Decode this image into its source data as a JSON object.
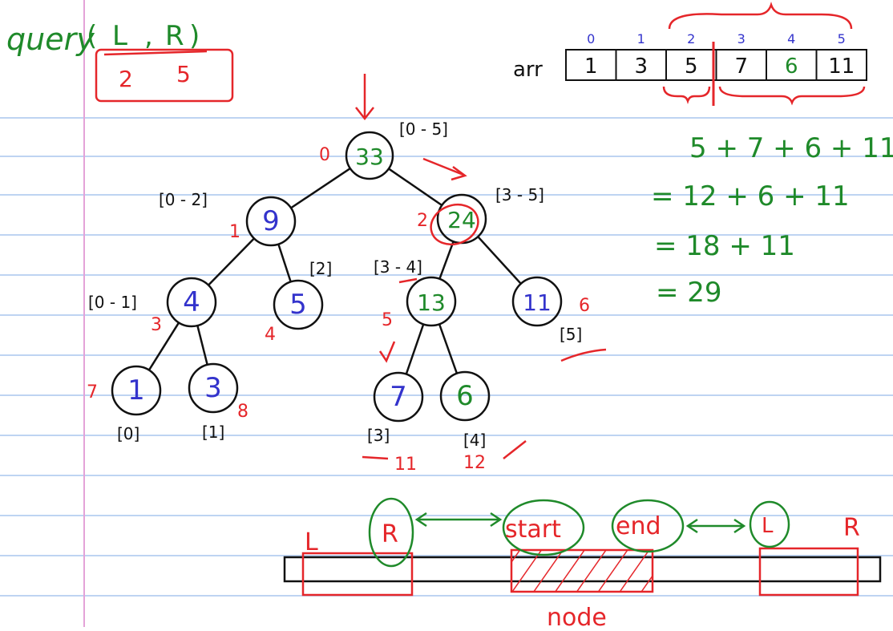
{
  "colors": {
    "paper": "#ffffff",
    "rule_line": "#a9c6ee",
    "margin_line": "#e4a3d8",
    "ink_black": "#111111",
    "ink_red": "#e5262a",
    "ink_green": "#1f8a2a",
    "ink_blue": "#3333cc"
  },
  "query": {
    "title": "query",
    "open_paren": "(",
    "L": "L",
    "comma": ",",
    "R": "R",
    "close_paren": ")",
    "values": [
      "2",
      "5"
    ]
  },
  "array": {
    "label": "arr",
    "indices": [
      "0",
      "1",
      "2",
      "3",
      "4",
      "5"
    ],
    "values": [
      "1",
      "3",
      "5",
      "7",
      "6",
      "11"
    ]
  },
  "tree": {
    "nodes": [
      {
        "value": "33",
        "range": "[0 - 5]",
        "index": "0"
      },
      {
        "value": "9",
        "range": "[0 - 2]",
        "index": "1"
      },
      {
        "value": "24",
        "range": "[3 - 5]",
        "index": "2"
      },
      {
        "value": "4",
        "range": "[0 - 1]",
        "index": "3"
      },
      {
        "value": "5",
        "range": "[2]",
        "index": "4"
      },
      {
        "value": "13",
        "range": "[3 - 4]",
        "index": "5"
      },
      {
        "value": "11",
        "range": "[5]",
        "index": "6"
      },
      {
        "value": "1",
        "range": "[0]",
        "index": "7"
      },
      {
        "value": "3",
        "range": "[1]",
        "index": "8"
      },
      {
        "value": "7",
        "range": "[3]",
        "index": "11"
      },
      {
        "value": "6",
        "range": "[4]",
        "index": "12"
      }
    ]
  },
  "sum": {
    "lines": [
      "5 + 7 + 6 + 11",
      "= 12 + 6 + 11",
      "= 18 + 11",
      "= 29"
    ]
  },
  "bottom": {
    "label_L_left": "L",
    "circle_R": "R",
    "circle_start": "start",
    "circle_end": "end",
    "circle_L": "L",
    "label_R_right": "R",
    "node_label": "node"
  }
}
